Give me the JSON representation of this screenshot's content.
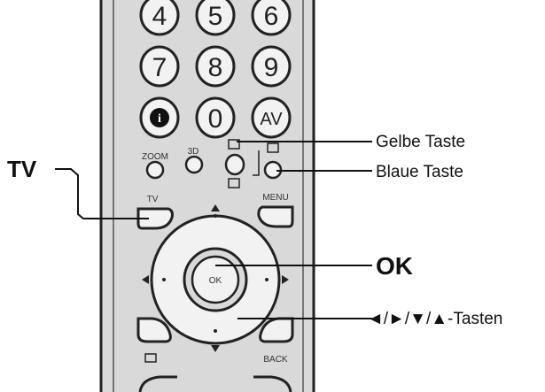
{
  "remote": {
    "number_keys_top": [
      "4",
      "5",
      "6"
    ],
    "number_keys_mid": [
      "7",
      "8",
      "9"
    ],
    "info_key": "i",
    "zero_key": "0",
    "av_key": "AV",
    "zoom_label": "ZOOM",
    "three_d_label": "3D",
    "tv_key_label": "TV",
    "menu_label": "MENU",
    "ok_key": "OK",
    "back_label": "BACK"
  },
  "callouts": {
    "tv": "TV",
    "yellow": "Gelbe Taste",
    "blue": "Blaue Taste",
    "ok": "OK",
    "arrows": "◄/►/▼/▲-Tasten"
  }
}
